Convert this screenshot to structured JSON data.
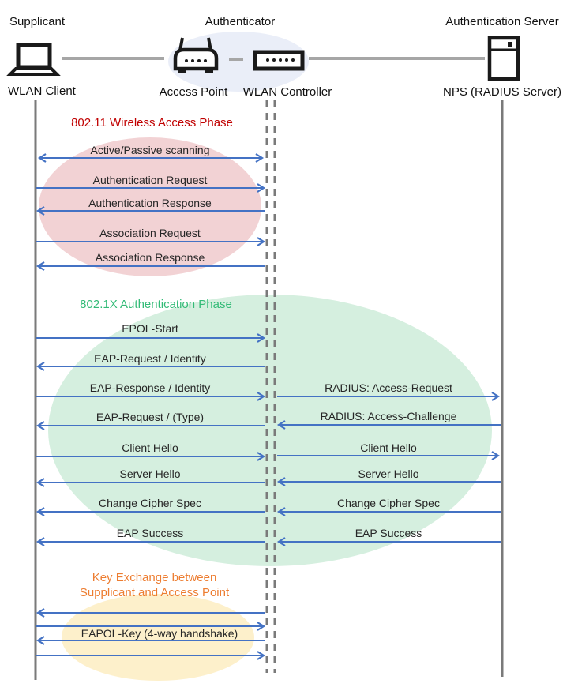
{
  "actors": {
    "supplicant": {
      "role": "Supplicant",
      "device": "WLAN Client"
    },
    "authenticator": {
      "role": "Authenticator",
      "access_point": "Access Point",
      "controller": "WLAN Controller"
    },
    "auth_server": {
      "role": "Authentication Server",
      "device": "NPS (RADIUS Server)"
    }
  },
  "phases": [
    {
      "title": "802.11 Wireless Access Phase",
      "title_color": "#C00000",
      "ellipse_color": "#F2D2D4"
    },
    {
      "title": "802.1X Authentication Phase",
      "title_color": "#33BB77",
      "ellipse_color": "#D5EFDF"
    },
    {
      "title_line1": "Key Exchange between",
      "title_line2": "Supplicant and Access Point",
      "title_color": "#ED7D31",
      "ellipse_color": "#FDF0CB"
    }
  ],
  "messages": [
    {
      "label": "Active/Passive scanning",
      "direction": "both",
      "segment": "client-controller"
    },
    {
      "label": "Authentication Request",
      "direction": "right",
      "segment": "client-controller"
    },
    {
      "label": "Authentication Response",
      "direction": "left",
      "segment": "client-controller"
    },
    {
      "label": "Association Request",
      "direction": "right",
      "segment": "client-controller"
    },
    {
      "label": "Association Response",
      "direction": "left",
      "segment": "client-controller"
    },
    {
      "label": "EPOL-Start",
      "direction": "right",
      "segment": "client-controller"
    },
    {
      "label": "EAP-Request / Identity",
      "direction": "left",
      "segment": "client-controller"
    },
    {
      "label": "EAP-Response / Identity",
      "direction": "right",
      "segment": "client-controller"
    },
    {
      "label": "RADIUS: Access-Request",
      "direction": "right",
      "segment": "controller-server"
    },
    {
      "label": "EAP-Request / (Type)",
      "direction": "left",
      "segment": "client-controller"
    },
    {
      "label": "RADIUS: Access-Challenge",
      "direction": "left",
      "segment": "controller-server"
    },
    {
      "label": "Client Hello",
      "direction": "right",
      "segment": "client-controller"
    },
    {
      "label": "Client Hello",
      "direction": "right",
      "segment": "controller-server"
    },
    {
      "label": "Server Hello",
      "direction": "left",
      "segment": "client-controller"
    },
    {
      "label": "Server Hello",
      "direction": "left",
      "segment": "controller-server"
    },
    {
      "label": "Change Cipher Spec",
      "direction": "left",
      "segment": "client-controller"
    },
    {
      "label": "Change Cipher Spec",
      "direction": "left",
      "segment": "controller-server"
    },
    {
      "label": "EAP Success",
      "direction": "left",
      "segment": "client-controller"
    },
    {
      "label": "EAP Success",
      "direction": "left",
      "segment": "controller-server"
    },
    {
      "label": "EAPOL-Key (4-way handshake)",
      "direction": "multi",
      "segment": "client-controller"
    }
  ],
  "colors": {
    "arrow": "#4472C4",
    "lifeline": "#7A7A7A",
    "connector": "#A6A6A6",
    "ellipse_pink": "#F2D2D4",
    "ellipse_green": "#D5EFDF",
    "ellipse_yellow": "#FDF0CB",
    "ellipse_blue": "#EAEEF8",
    "icon": "#1A1A1A"
  }
}
